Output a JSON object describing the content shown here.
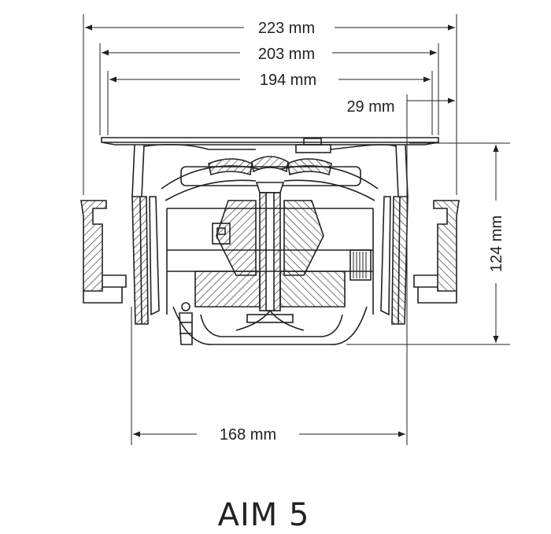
{
  "dimensions": {
    "overall_width": "223 mm",
    "flange_width": "203 mm",
    "inner_width": "194 mm",
    "flange_offset": "29 mm",
    "depth": "124 mm",
    "cutout_width": "168 mm"
  },
  "model_name": "AIM 5",
  "colors": {
    "line": "#222222",
    "background": "#ffffff"
  }
}
